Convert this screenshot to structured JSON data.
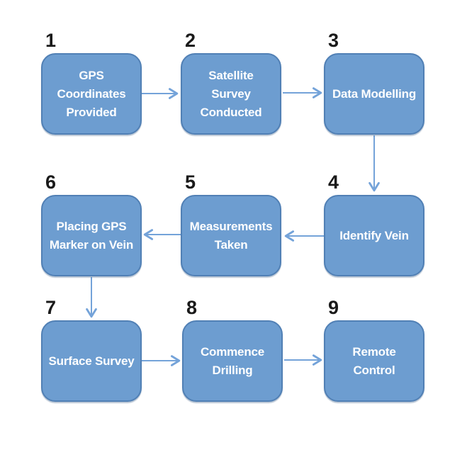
{
  "diagram": {
    "type": "flowchart",
    "flow_order": [
      "1-2",
      "2-3",
      "3-4",
      "4-5",
      "5-6",
      "6-7",
      "7-8",
      "8-9"
    ]
  },
  "steps": [
    {
      "number": "1",
      "label": "GPS Coordinates Provided",
      "lines": [
        "GPS Coordinates",
        "Provided"
      ]
    },
    {
      "number": "2",
      "label": "Satellite Survey Conducted",
      "lines": [
        "Satellite Survey",
        "Conducted"
      ]
    },
    {
      "number": "3",
      "label": "Data Modelling",
      "lines": [
        "Data Modelling"
      ]
    },
    {
      "number": "4",
      "label": "Identify Vein",
      "lines": [
        "Identify Vein"
      ]
    },
    {
      "number": "5",
      "label": "Measurements Taken",
      "lines": [
        "Measurements",
        "Taken"
      ]
    },
    {
      "number": "6",
      "label": "Placing GPS Marker on Vein",
      "lines": [
        "Placing GPS",
        "Marker on Vein"
      ]
    },
    {
      "number": "7",
      "label": "Surface Survey",
      "lines": [
        "Surface Survey"
      ]
    },
    {
      "number": "8",
      "label": "Commence Drilling",
      "lines": [
        "Commence",
        "Drilling"
      ]
    },
    {
      "number": "9",
      "label": "Remote Control",
      "lines": [
        "Remote Control"
      ]
    }
  ],
  "colors": {
    "box-fill": "#6D9DD0",
    "box-border": "#5180B5",
    "arrow": "#74A3D9",
    "step-number": "#1a1a1a",
    "box-text": "#ffffff",
    "background": "#ffffff"
  }
}
